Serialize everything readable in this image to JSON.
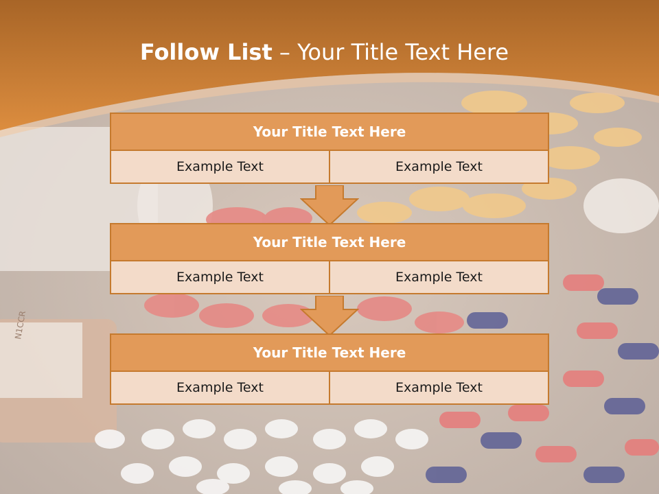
{
  "slide": {
    "title_strong": "Follow List",
    "title_rest": " – Your Title Text Here",
    "blocks": [
      {
        "title": "Your Title Text Here",
        "left": "Example Text",
        "right": "Example Text"
      },
      {
        "title": "Your Title Text Here",
        "left": "Example Text",
        "right": "Example Text"
      },
      {
        "title": "Your Title Text Here",
        "left": "Example Text",
        "right": "Example Text"
      }
    ]
  },
  "colors": {
    "header_orange": "#d98a3d",
    "block_head": "#e29a59",
    "block_border": "#c57a2e",
    "cell_fill": "#f3dbc9"
  }
}
